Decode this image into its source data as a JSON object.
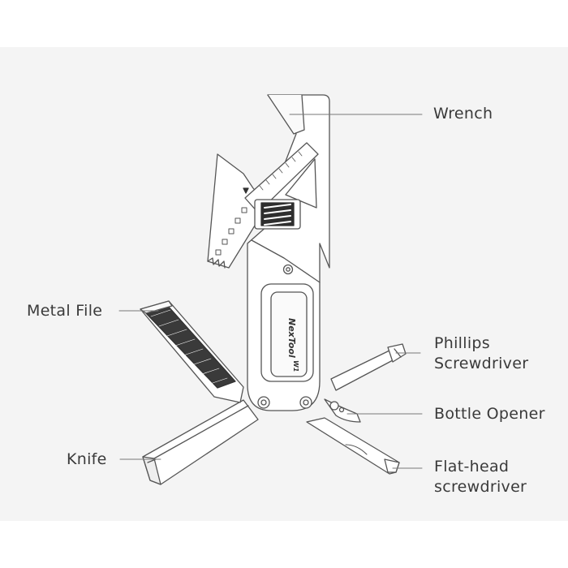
{
  "labels": {
    "wrench": "Wrench",
    "metal_file": "Metal File",
    "phillips": [
      "Phillips",
      "Screwdriver"
    ],
    "bottle_opener": "Bottle Opener",
    "knife": "Knife",
    "flat_head": [
      "Flat-head",
      "screwdriver"
    ]
  },
  "brand_text": "NexTool",
  "model_text": "W1",
  "colors": {
    "background": "#f4f4f4",
    "stroke": "#555555",
    "leader": "#777777",
    "text": "#3a3a3a"
  }
}
